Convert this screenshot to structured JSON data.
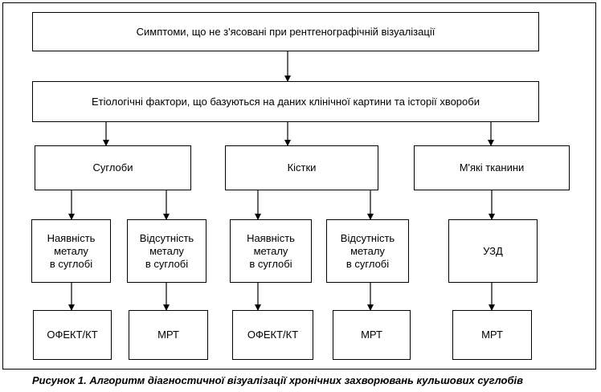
{
  "nodes": {
    "symptoms": "Симптоми, що не з'ясовані при рентгенографічній візуалізації",
    "etiology": "Етіологічні фактори, що базуються на даних клінічної картини та історії хвороби",
    "joints": "Суглоби",
    "bones": "Кістки",
    "soft_tissue": "М'які тканини",
    "joints_metal_present": "Наявність\nметалу\nв суглобі",
    "joints_metal_absent": "Відсутність\nметалу\nв суглобі",
    "bones_metal_present": "Наявність\nметалу\nв суглобі",
    "bones_metal_absent": "Відсутність\nметалу\nв суглобі",
    "usd": "УЗД",
    "joints_present_result": "ОФЕКТ/КТ",
    "joints_absent_result": "МРТ",
    "bones_present_result": "ОФЕКТ/КТ",
    "bones_absent_result": "МРТ",
    "soft_tissue_result": "МРТ"
  },
  "caption": "Рисунок 1. Алгоритм діагностичної візуалізації хронічних захворювань кульшових суглобів"
}
